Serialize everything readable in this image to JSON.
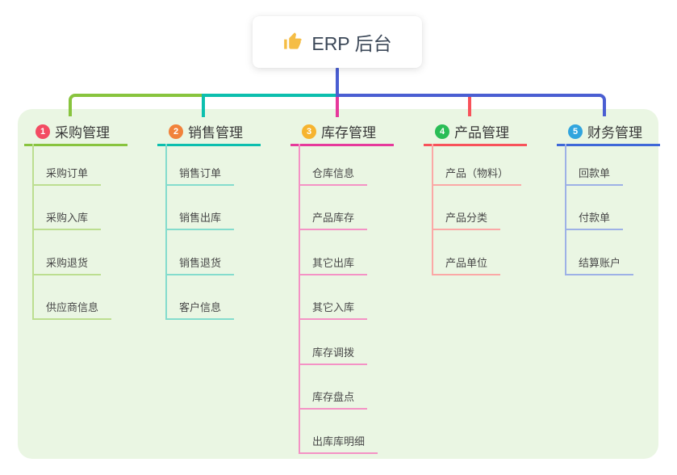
{
  "root": {
    "title": "ERP 后台",
    "icon": "thumbs-up-icon",
    "icon_color": "#f5bd45"
  },
  "colors": {
    "trunk_blue": "#4a5ed2",
    "panel_bg": "#eaf6e3",
    "root_text": "#3c4858",
    "title_text": "#383838",
    "child_text": "#484848"
  },
  "branches": [
    {
      "num": "1",
      "title": "采购管理",
      "badge_color": "#f34b62",
      "line_color": "#88c43e",
      "light_color": "#bcde90",
      "children": [
        "采购订单",
        "采购入库",
        "采购退货",
        "供应商信息"
      ]
    },
    {
      "num": "2",
      "title": "销售管理",
      "badge_color": "#f1823b",
      "line_color": "#0cbfae",
      "light_color": "#84dccd",
      "children": [
        "销售订单",
        "销售出库",
        "销售退货",
        "客户信息"
      ]
    },
    {
      "num": "3",
      "title": "库存管理",
      "badge_color": "#f6b42f",
      "line_color": "#e6399b",
      "light_color": "#f492c5",
      "children": [
        "仓库信息",
        "产品库存",
        "其它出库",
        "其它入库",
        "库存调拨",
        "库存盘点",
        "出库库明细"
      ]
    },
    {
      "num": "4",
      "title": "产品管理",
      "badge_color": "#2abd56",
      "line_color": "#f8525a",
      "light_color": "#fba8a6",
      "children": [
        "产品（物料）",
        "产品分类",
        "产品单位"
      ]
    },
    {
      "num": "5",
      "title": "财务管理",
      "badge_color": "#31a5de",
      "line_color": "#3e68d8",
      "light_color": "#9db1e6",
      "children": [
        "回款单",
        "付款单",
        "结算账户"
      ]
    }
  ]
}
